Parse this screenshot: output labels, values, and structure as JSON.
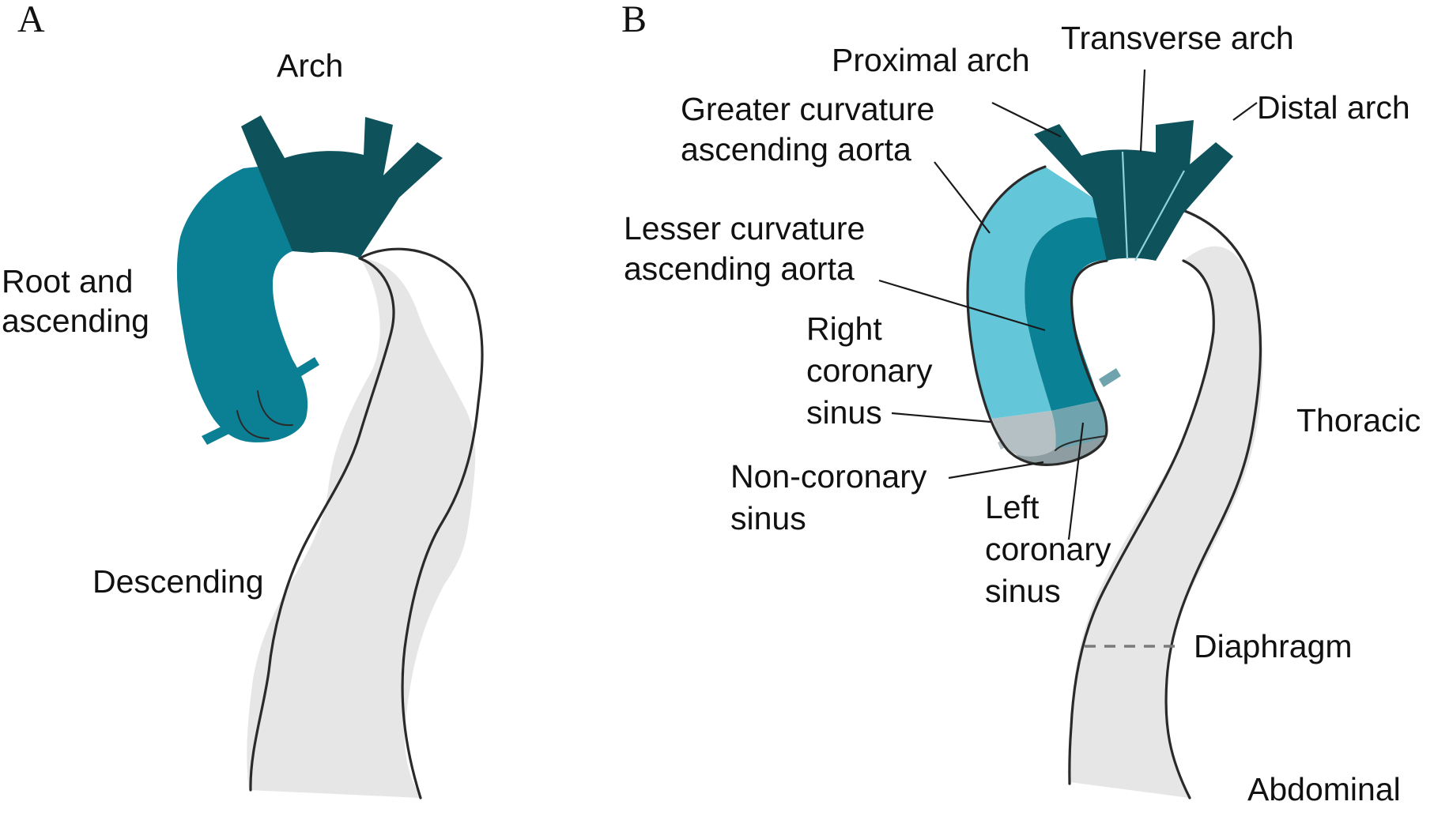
{
  "colors": {
    "descending_fill": "#e6e6e6",
    "ascending_teal": "#0b7f93",
    "arch_dark_teal": "#0e535c",
    "greater_curvature_light": "#64c6d9",
    "lesser_curvature_mid": "#0b8196",
    "right_coronary_sinus": "#b5c0c4",
    "left_coronary_sinus": "#6fa3ad",
    "non_coronary_sinus": "#8e9da1",
    "arch_divider": "#8fd2dc"
  },
  "panel_a": {
    "panel_label": "A",
    "labels": {
      "arch": "Arch",
      "root_line1": "Root and",
      "root_line2": "ascending",
      "descending": "Descending"
    }
  },
  "panel_b": {
    "panel_label": "B",
    "labels": {
      "proximal_arch": "Proximal arch",
      "transverse_arch": "Transverse arch",
      "distal_arch": "Distal arch",
      "greater_curvature_line1": "Greater curvature",
      "greater_curvature_line2": "ascending aorta",
      "lesser_curvature_line1": "Lesser curvature",
      "lesser_curvature_line2": "ascending aorta",
      "right_coronary_line1": "Right",
      "right_coronary_line2": "coronary",
      "right_coronary_line3": "sinus",
      "non_coronary_line1": "Non-coronary",
      "non_coronary_line2": "sinus",
      "left_coronary_line1": "Left",
      "left_coronary_line2": "coronary",
      "left_coronary_line3": "sinus",
      "thoracic": "Thoracic",
      "diaphragm": "Diaphragm",
      "abdominal": "Abdominal"
    }
  }
}
